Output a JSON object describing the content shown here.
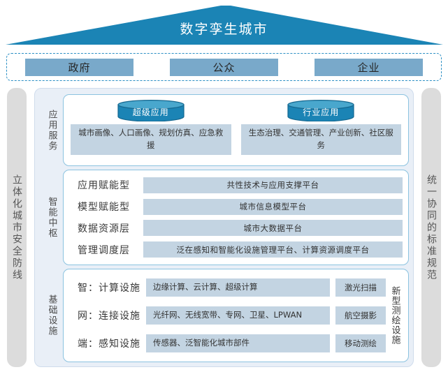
{
  "colors": {
    "roof_blue": "#1b84b5",
    "user_box_blue": "#79a9ca",
    "cylinder_body": "#1b84b5",
    "cylinder_top": "#49a7cd",
    "bar_gray_blue": "#c3d4e2",
    "panel_bg": "#e9eff7",
    "side_bar_gray": "#dcdcdc",
    "border_blue": "#8cc3e0",
    "dashed_blue": "#2b8fc4"
  },
  "roof": {
    "title": "数字孪生城市"
  },
  "users": {
    "items": [
      {
        "label": "政府"
      },
      {
        "label": "公众"
      },
      {
        "label": "企业"
      }
    ]
  },
  "sidebars": {
    "left": {
      "label": "立体化城市安全防线"
    },
    "right": {
      "label": "统一协同的标准规范"
    }
  },
  "layers": {
    "application": {
      "label": "应用服务",
      "columns": [
        {
          "cylinder": "超级应用",
          "text": "城市画像、人口画像、规划仿真、应急救援"
        },
        {
          "cylinder": "行业应用",
          "text": "生态治理、交通管理、产业创新、社区服务"
        }
      ]
    },
    "hub": {
      "label": "智能中枢",
      "rows": [
        {
          "name": "应用赋能型",
          "platform": "共性技术与应用支撑平台"
        },
        {
          "name": "模型赋能型",
          "platform": "城市信息模型平台"
        },
        {
          "name": "数据资源层",
          "platform": "城市大数据平台"
        },
        {
          "name": "管理调度层",
          "platform": "泛在感知和智能化设施管理平台、计算资源调度平台"
        }
      ]
    },
    "infrastructure": {
      "label": "基础设施",
      "aside_label": "新型测绘设施",
      "rows": [
        {
          "name": "智：计算设施",
          "content": "边缘计算、云计算、超级计算",
          "aside": "激光扫描"
        },
        {
          "name": "网：连接设施",
          "content": "光纤网、无线宽带、专网、卫星、LPWAN",
          "aside": "航空摄影"
        },
        {
          "name": "端：感知设施",
          "content": "传感器、泛智能化城市部件",
          "aside": "移动测绘"
        }
      ]
    }
  }
}
